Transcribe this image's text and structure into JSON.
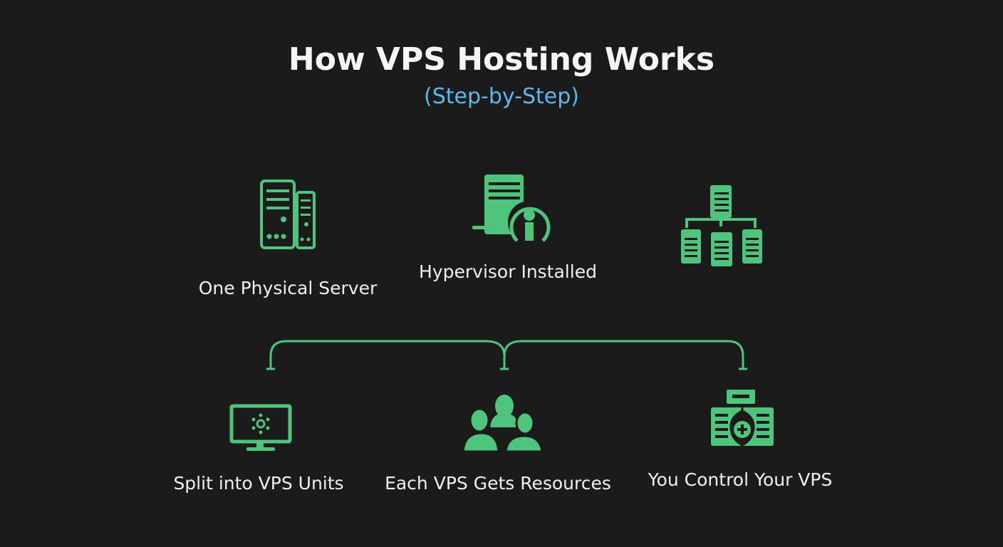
{
  "title": "How VPS Hosting Works",
  "subtitle": "(Step-by-Step)",
  "colors": {
    "accent": "#4fc47d",
    "subtitle": "#5cb8ee",
    "background": "#1b1b1b"
  },
  "steps": [
    {
      "label": "One Physical Server",
      "icon": "server-tower-icon"
    },
    {
      "label": "Hypervisor Installed",
      "icon": "hypervisor-server-icon"
    },
    {
      "label": "",
      "icon": "server-hierarchy-icon"
    },
    {
      "label": "Split into VPS Units",
      "icon": "monitor-icon"
    },
    {
      "label": "Each VPS Gets Resources",
      "icon": "users-group-icon"
    },
    {
      "label": "You Control Your VPS",
      "icon": "server-control-icon"
    }
  ]
}
